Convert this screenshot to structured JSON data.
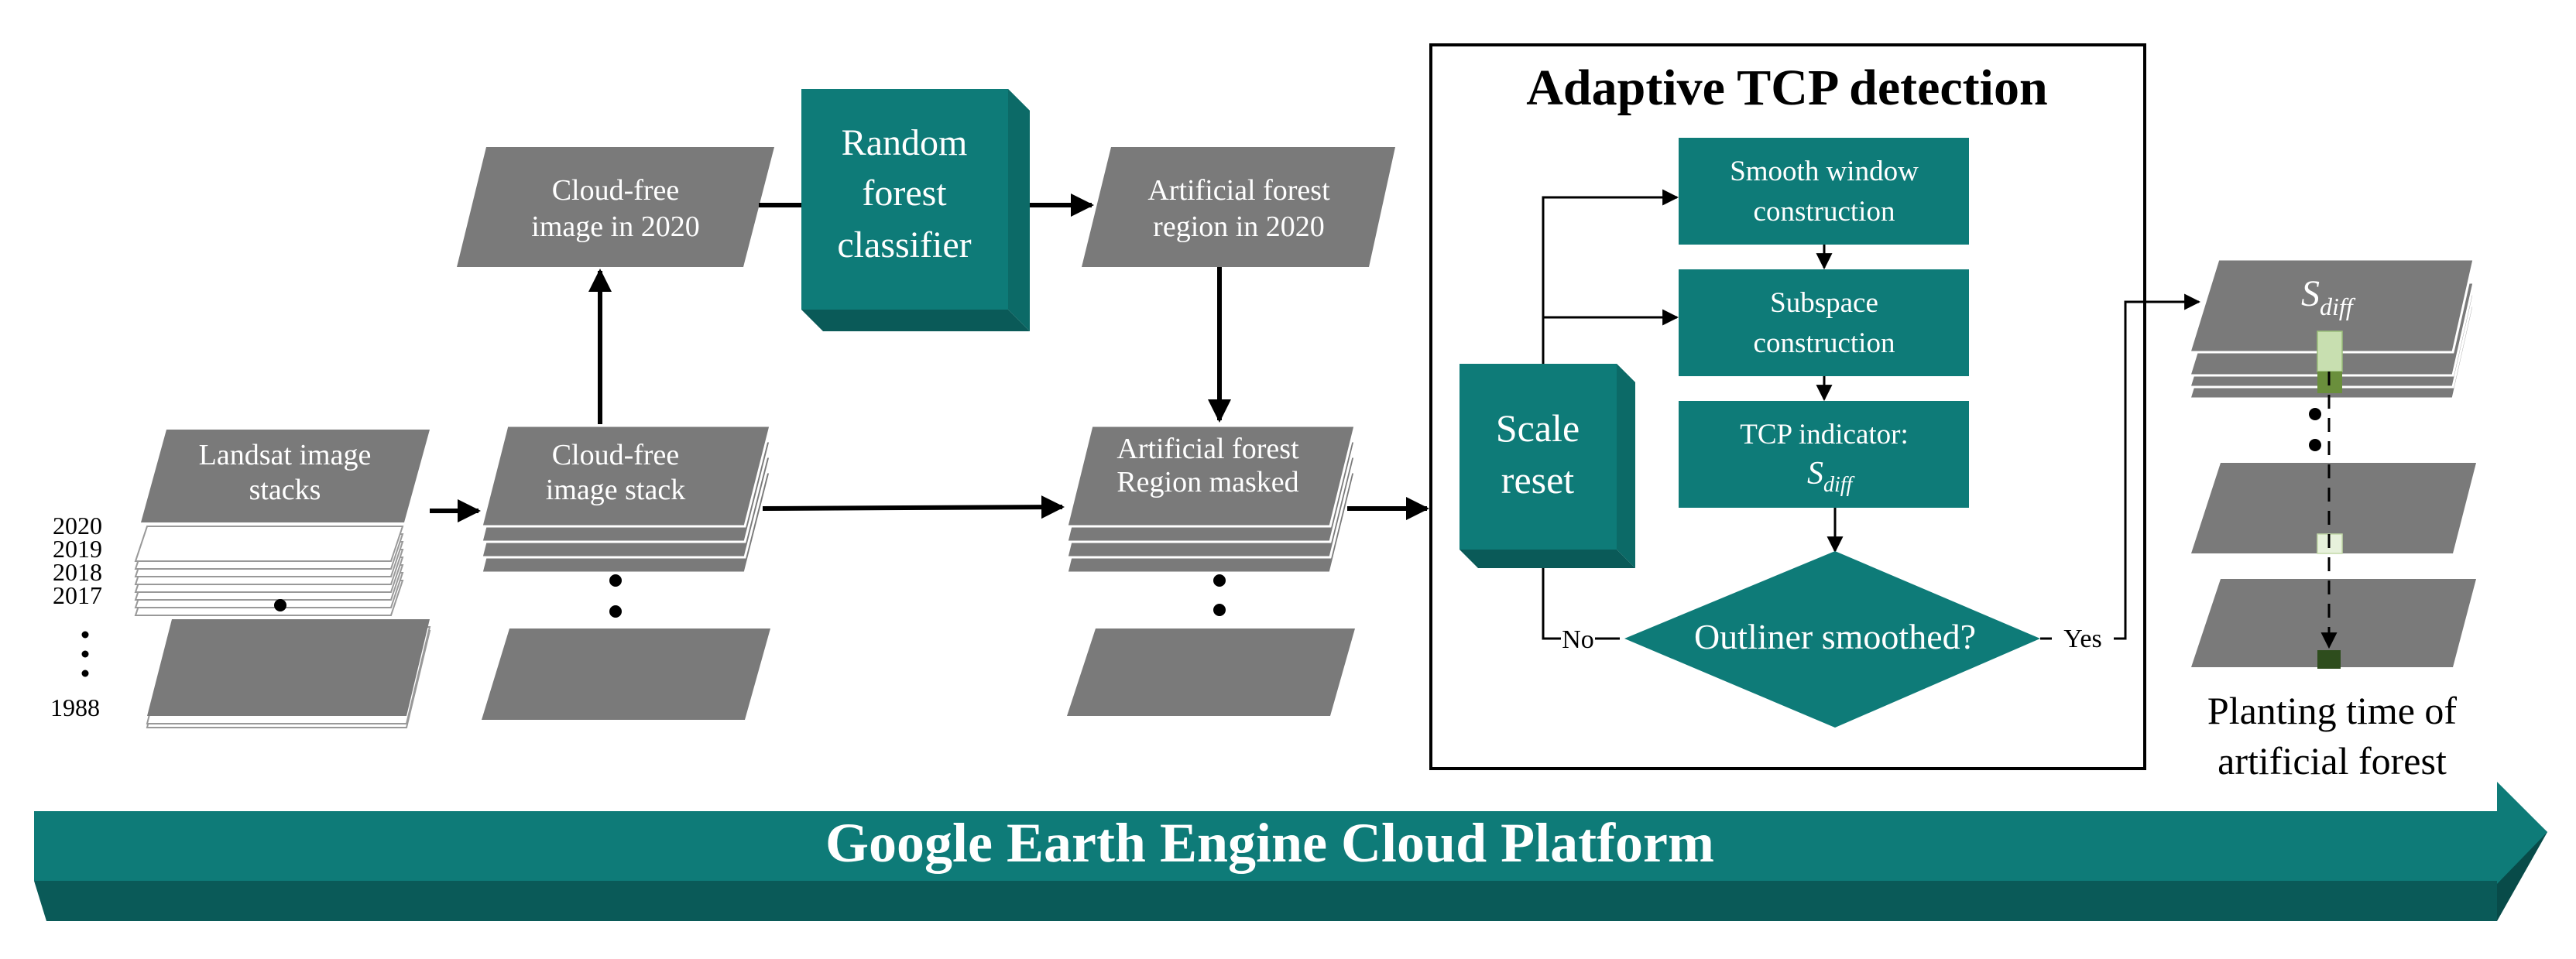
{
  "colors": {
    "teal": "#0e7b78",
    "teal_dark": "#0a5a58",
    "teal_side": "#0c6a67",
    "gray": "#7a7a7a",
    "light_green": "#c8dfb0",
    "mid_green": "#6a8f3c",
    "dark_green": "#2e4d1d"
  },
  "landsat": {
    "title_line1": "Landsat image",
    "title_line2": "stacks",
    "years": [
      "2020",
      "2019",
      "2018",
      "2017"
    ],
    "year_last": "1988"
  },
  "cloud_free_2020": {
    "line1": "Cloud-free",
    "line2": "image in 2020"
  },
  "cloud_free_stack": {
    "line1": "Cloud-free",
    "line2": "image stack"
  },
  "random_forest": {
    "line1": "Random",
    "line2": "forest",
    "line3": "classifier"
  },
  "forest_2020": {
    "line1": "Artificial forest",
    "line2": "region in 2020"
  },
  "forest_masked": {
    "line1": "Artificial forest",
    "line2": "Region masked"
  },
  "tcp": {
    "title": "Adaptive TCP detection",
    "smooth_line1": "Smooth window",
    "smooth_line2": "construction",
    "subspace_line1": "Subspace",
    "subspace_line2": "construction",
    "indicator_line1": "TCP indicator:",
    "indicator_sym": "S",
    "indicator_sub": "diff",
    "scale_line1": "Scale",
    "scale_line2": "reset",
    "decision": "Outliner smoothed?",
    "no_label": "No",
    "yes_label": "Yes"
  },
  "output": {
    "sym": "S",
    "sub": "diff",
    "caption_line1": "Planting time of",
    "caption_line2": "artificial forest"
  },
  "platform": {
    "label": "Google Earth Engine Cloud Platform"
  }
}
